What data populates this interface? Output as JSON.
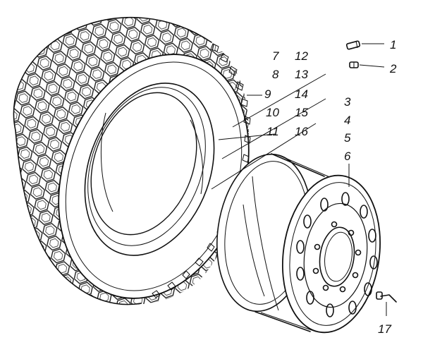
{
  "callouts": {
    "c1": "1",
    "c2": "2",
    "c3": "3",
    "c4": "4",
    "c5": "5",
    "c6": "6",
    "c7": "7",
    "c8": "8",
    "c9": "9",
    "c10": "10",
    "c11": "11",
    "c12": "12",
    "c13": "13",
    "c14": "14",
    "c15": "15",
    "c16": "16",
    "c17": "17"
  },
  "parts": {
    "tire": "tire",
    "wheel_rim": "wheel-rim",
    "valve_cap": "valve-cap",
    "valve_core": "valve-core",
    "valve_stem": "valve-stem"
  },
  "colors": {
    "line": "#111111",
    "background": "#ffffff"
  }
}
